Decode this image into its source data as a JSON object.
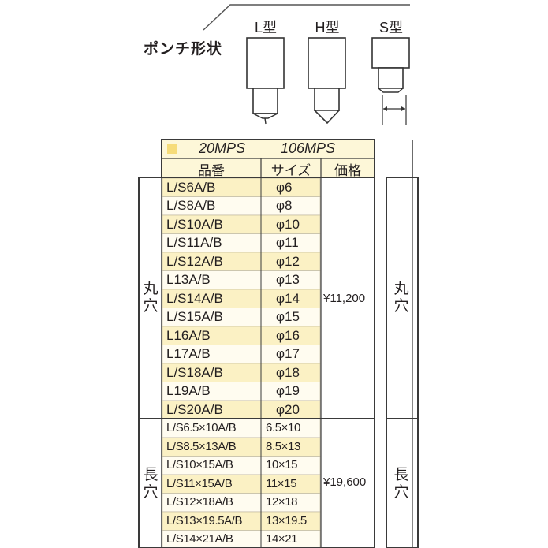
{
  "punch_shapes": {
    "title": "ポンチ形状",
    "labels": [
      "L型",
      "H型",
      "S型"
    ]
  },
  "table": {
    "header_top": {
      "col1": "20MPS",
      "col2": "106MPS"
    },
    "header_cols": {
      "part": "品番",
      "size": "サイズ",
      "price": "価格"
    },
    "round": {
      "side_label": [
        "丸",
        "穴"
      ],
      "price": "¥11,200",
      "rows": [
        {
          "part": "L/S6A/B",
          "size": "φ6",
          "highlight": true
        },
        {
          "part": "L/S8A/B",
          "size": "φ8",
          "highlight": false
        },
        {
          "part": "L/S10A/B",
          "size": "φ10",
          "highlight": true
        },
        {
          "part": "L/S11A/B",
          "size": "φ11",
          "highlight": false
        },
        {
          "part": "L/S12A/B",
          "size": "φ12",
          "highlight": true
        },
        {
          "part": "L13A/B",
          "size": "φ13",
          "highlight": false
        },
        {
          "part": "L/S14A/B",
          "size": "φ14",
          "highlight": true
        },
        {
          "part": "L/S15A/B",
          "size": "φ15",
          "highlight": false
        },
        {
          "part": "L16A/B",
          "size": "φ16",
          "highlight": true
        },
        {
          "part": "L17A/B",
          "size": "φ17",
          "highlight": false
        },
        {
          "part": "L/S18A/B",
          "size": "φ18",
          "highlight": true
        },
        {
          "part": "L19A/B",
          "size": "φ19",
          "highlight": false
        },
        {
          "part": "L/S20A/B",
          "size": "φ20",
          "highlight": true
        }
      ]
    },
    "oblong": {
      "side_label": [
        "長",
        "穴"
      ],
      "price": "¥19,600",
      "rows": [
        {
          "part": "L/S6.5×10A/B",
          "size": "6.5×10",
          "highlight": false
        },
        {
          "part": "L/S8.5×13A/B",
          "size": "8.5×13",
          "highlight": true
        },
        {
          "part": "L/S10×15A/B",
          "size": "10×15",
          "highlight": false
        },
        {
          "part": "L/S11×15A/B",
          "size": "11×15",
          "highlight": true
        },
        {
          "part": "L/S12×18A/B",
          "size": "12×18",
          "highlight": false
        },
        {
          "part": "L/S13×19.5A/B",
          "size": "13×19.5",
          "highlight": true
        },
        {
          "part": "L/S14×21A/B",
          "size": "14×21",
          "highlight": false
        }
      ]
    },
    "right_side_labels": {
      "round": [
        "丸",
        "穴"
      ],
      "oblong": [
        "長",
        "穴"
      ]
    }
  },
  "colors": {
    "highlight": "#fbf1c4",
    "plain": "#fffcf0",
    "header": "#fdf7d8",
    "swatch": "#f6dc7a",
    "line": "#3a3a3a"
  }
}
